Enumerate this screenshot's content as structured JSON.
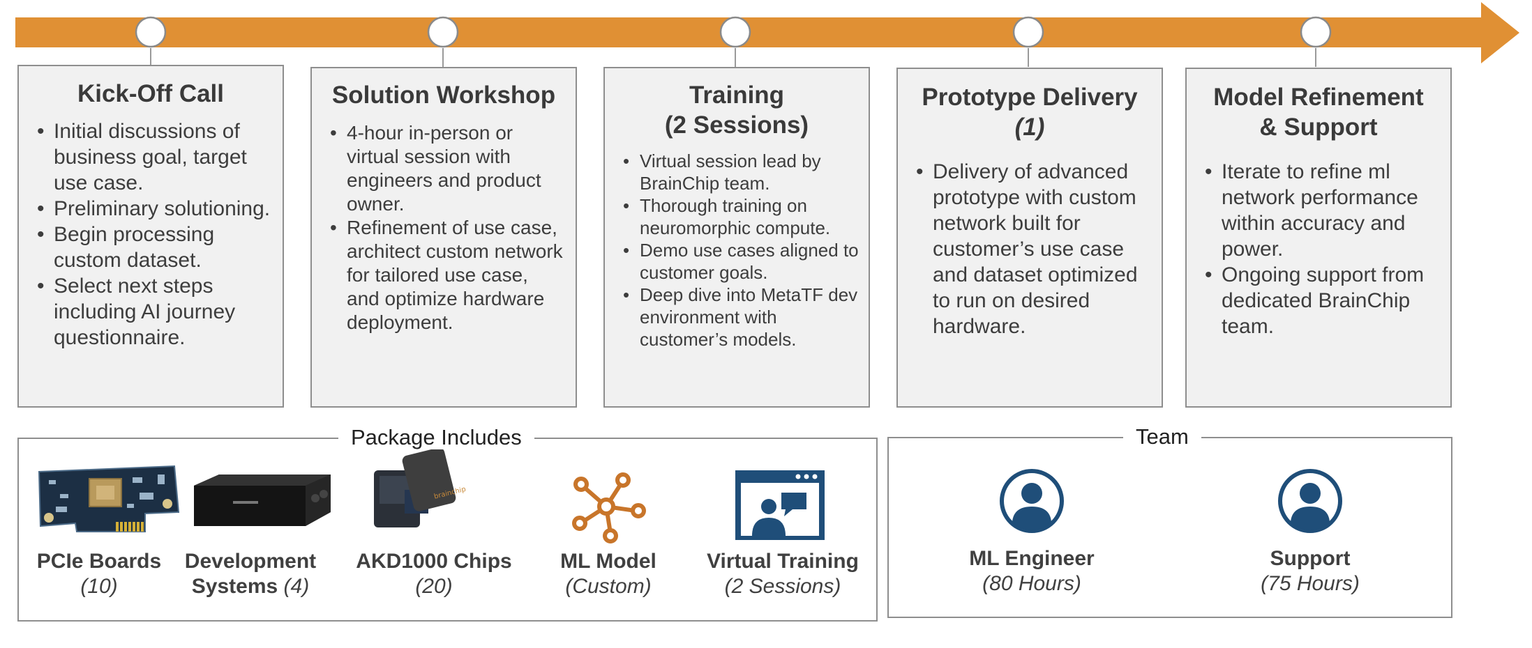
{
  "colors": {
    "arrow": "#E09034",
    "box_fill": "#F1F1F1",
    "border": "#8E8E8E",
    "brand_blue": "#1F4E79",
    "ml_orange": "#C8752A"
  },
  "stages": [
    {
      "title_lines": [
        "Kick-Off Call"
      ],
      "bullets": [
        "Initial discussions of business goal, target use case.",
        "Preliminary solutioning.",
        "Begin processing custom dataset.",
        "Select next steps including AI journey questionnaire."
      ]
    },
    {
      "title_lines": [
        "Solution Workshop"
      ],
      "bullets": [
        "4-hour in-person or virtual session with engineers and product owner.",
        "Refinement of use case, architect custom network for tailored use case, and optimize hardware deployment."
      ]
    },
    {
      "title_lines": [
        "Training",
        "(2 Sessions)"
      ],
      "bullets": [
        "Virtual session lead by BrainChip team.",
        "Thorough training on neuromorphic compute.",
        "Demo use cases aligned to customer goals.",
        "Deep dive into MetaTF dev environment with customer’s models."
      ]
    },
    {
      "title_lines": [
        "Prototype Delivery",
        "(1)"
      ],
      "bullets": [
        "Delivery of advanced prototype with custom network built for customer’s use case and dataset optimized to run on desired hardware."
      ]
    },
    {
      "title_lines": [
        "Model Refinement",
        "& Support"
      ],
      "bullets": [
        "Iterate to refine ml network performance within accuracy and power.",
        "Ongoing support from dedicated BrainChip team."
      ]
    }
  ],
  "package": {
    "title": "Package Includes",
    "items": [
      {
        "name": "PCIe Boards",
        "qty": "(10)",
        "icon": "pcie-board-icon"
      },
      {
        "name": "Development",
        "name2": "Systems",
        "qty": "(4)",
        "icon": "development-system-icon"
      },
      {
        "name": "AKD1000 Chips",
        "qty": "(20)",
        "icon": "chip-icon"
      },
      {
        "name": "ML Model",
        "qty": "(Custom)",
        "icon": "network-icon"
      },
      {
        "name": "Virtual Training",
        "qty": "(2 Sessions)",
        "icon": "video-conference-icon"
      }
    ]
  },
  "team": {
    "title": "Team",
    "members": [
      {
        "name": "ML Engineer",
        "qty": "(80 Hours)",
        "icon": "person-icon"
      },
      {
        "name": "Support",
        "qty": "(75 Hours)",
        "icon": "person-icon"
      }
    ]
  }
}
